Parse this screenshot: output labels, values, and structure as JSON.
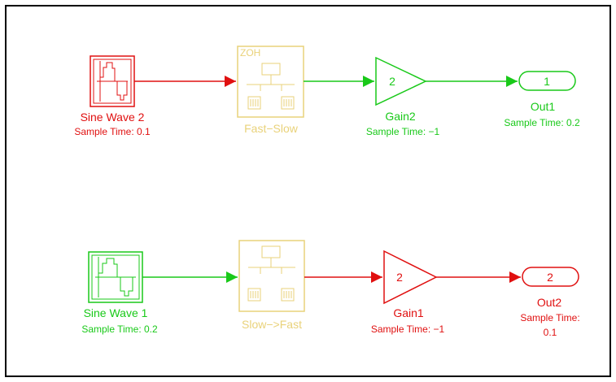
{
  "colors": {
    "red": "#e01010",
    "green": "#19c919",
    "yellow": "#e9d27a",
    "border": "#000000"
  },
  "top_row": {
    "source": {
      "name": "Sine Wave 2",
      "sample_time": "Sample Time: 0.1",
      "icon": "sine-wave-icon"
    },
    "transition": {
      "badge": "ZOH",
      "name": "Fast−Slow",
      "icon": "rate-transition-icon"
    },
    "gain": {
      "value": "2",
      "name": "Gain2",
      "sample_time": "Sample Time: −1"
    },
    "outport": {
      "number": "1",
      "name": "Out1",
      "sample_time": "Sample Time: 0.2"
    }
  },
  "bottom_row": {
    "source": {
      "name": "Sine Wave 1",
      "sample_time": "Sample Time: 0.2",
      "icon": "sine-wave-icon"
    },
    "transition": {
      "name": "Slow−>Fast",
      "icon": "rate-transition-icon"
    },
    "gain": {
      "value": "2",
      "name": "Gain1",
      "sample_time": "Sample Time: −1"
    },
    "outport": {
      "number": "2",
      "name": "Out2",
      "sample_time_line1": "Sample Time:",
      "sample_time_line2": "0.1"
    }
  }
}
